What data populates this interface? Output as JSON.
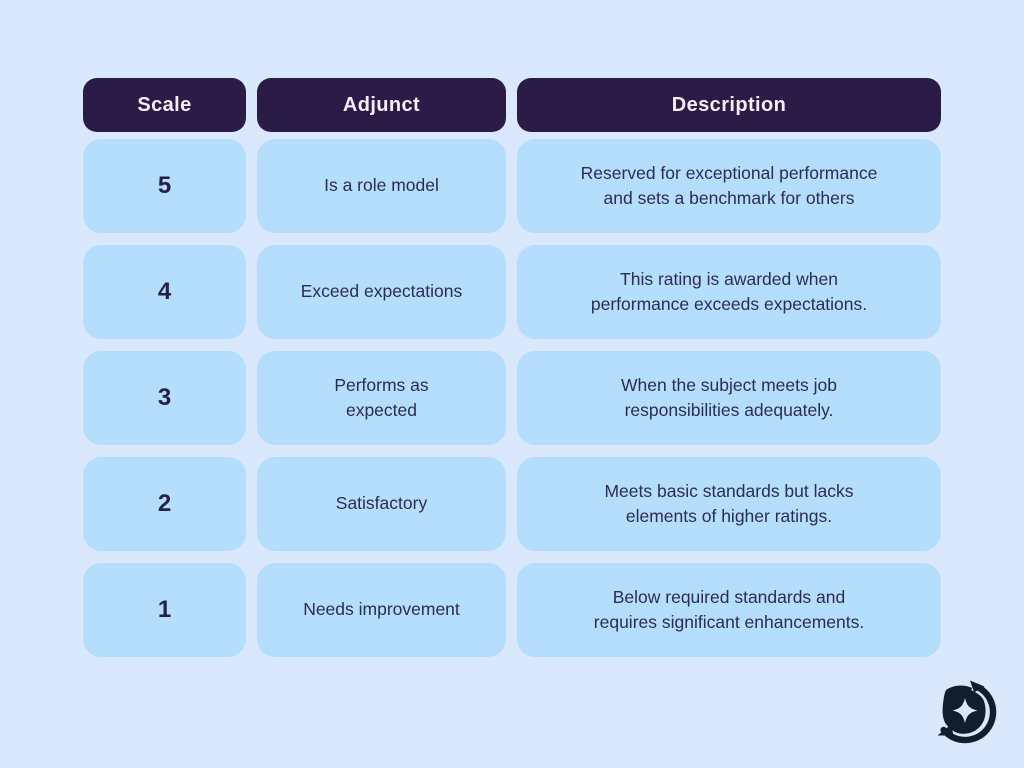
{
  "page": {
    "background_color": "#d9e8fd"
  },
  "table": {
    "headers": [
      {
        "label": "Scale"
      },
      {
        "label": "Adjunct"
      },
      {
        "label": "Description"
      }
    ],
    "rows": [
      {
        "scale": "5",
        "adjunct": "Is a role model",
        "description": "Reserved for exceptional performance\nand sets a benchmark for others"
      },
      {
        "scale": "4",
        "adjunct": "Exceed expectations",
        "description": "This rating is awarded when\nperformance exceeds expectations."
      },
      {
        "scale": "3",
        "adjunct": "Performs as\nexpected",
        "description": "When the subject meets job\nresponsibilities adequately."
      },
      {
        "scale": "2",
        "adjunct": "Satisfactory",
        "description": "Meets basic standards but lacks\nelements of higher ratings."
      },
      {
        "scale": "1",
        "adjunct": "Needs improvement",
        "description": "Below required standards and\nrequires significant enhancements."
      }
    ]
  },
  "colors": {
    "header_background": "#2b1b47",
    "header_text": "#f4eff9",
    "cell_background": "#b4defb",
    "cell_text": "#2d2a5e",
    "logo": "#101e2d"
  },
  "logo": {
    "icon": "bird-swoosh-logo"
  }
}
